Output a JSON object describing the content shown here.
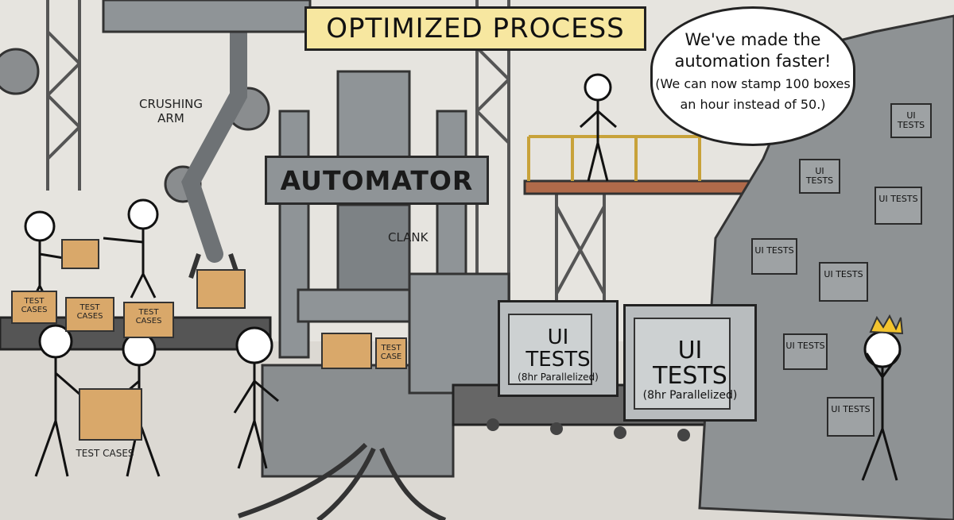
{
  "title": "OPTIMIZED PROCESS",
  "speech_bubble": {
    "line1": "We've made the",
    "line2": "automation faster!",
    "line3": "(We can now stamp 100 boxes",
    "line4": "an hour instead of 50.)"
  },
  "labels": {
    "crushing_arm_1": "CRUSHING",
    "crushing_arm_2": "ARM",
    "machine": "AUTOMATOR",
    "sound": "CLANK",
    "test_cases": "TEST CASES",
    "test_case": "TEST CASE"
  },
  "input_boxes": [
    "TEST CASES",
    "TEST CASES",
    "TEST CASES"
  ],
  "output_boxes": [
    {
      "title1": "UI",
      "title2": "TESTS",
      "note": "(8hr Parallelized)"
    },
    {
      "title1": "UI",
      "title2": "TESTS",
      "note": "(8hr Parallelized)"
    }
  ],
  "pile_box_label": "UI TESTS",
  "colors": {
    "sign": "#f7e7a0",
    "cardboard": "#d9a86a",
    "metal": "#8f9497",
    "background": "#e6e4df"
  }
}
